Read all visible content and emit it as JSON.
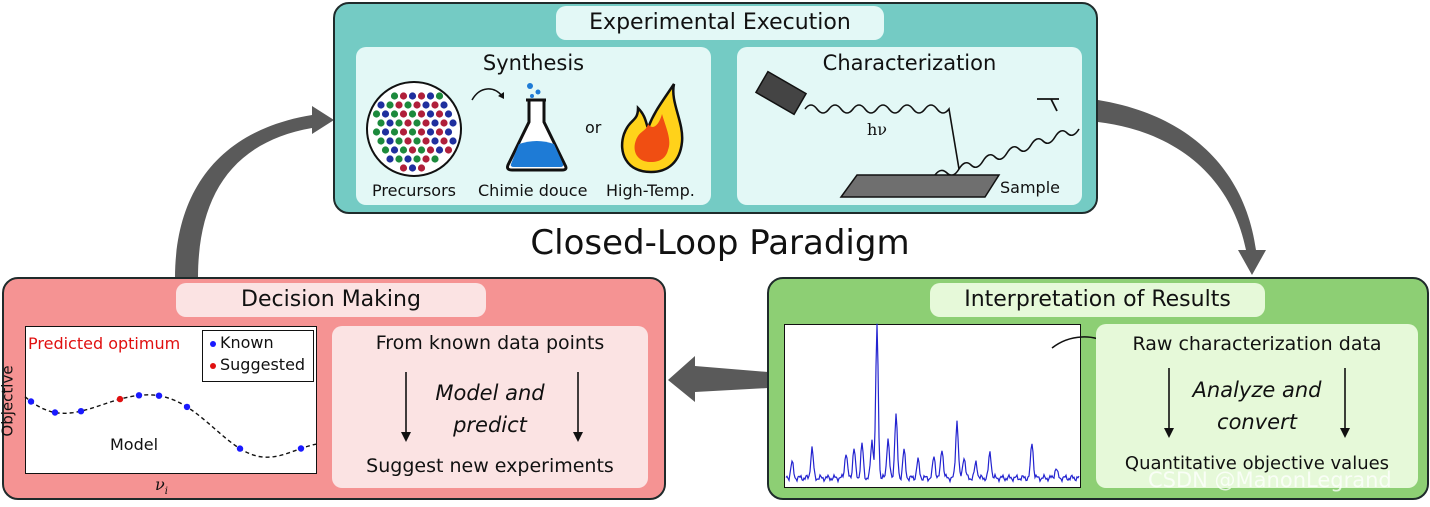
{
  "title": "Closed-Loop Paradigm",
  "experimental": {
    "title": "Experimental Execution",
    "synthesis": {
      "title": "Synthesis",
      "precursors": "Precursors",
      "chimie": "Chimie douce",
      "or": "or",
      "hightemp": "High-Temp."
    },
    "characterization": {
      "title": "Characterization",
      "hv": "hν",
      "sample": "Sample"
    }
  },
  "interpretation": {
    "title": "Interpretation of Results",
    "raw": "Raw characterization data",
    "analyze_line1": "Analyze and",
    "analyze_line2": "convert",
    "quant": "Quantitative objective values"
  },
  "decision": {
    "title": "Decision Making",
    "predicted": "Predicted optimum",
    "legend_known": "Known",
    "legend_suggested": "Suggested",
    "model": "Model",
    "ylabel": "Objective",
    "xlabel": "ν",
    "xlabel_sub": "i",
    "from_known": "From known data points",
    "model_line1": "Model and",
    "model_line2": "predict",
    "suggest": "Suggest new experiments"
  },
  "watermark": "CSDN @ManonLegrand",
  "colors": {
    "teal_panel": "#74cbc4",
    "teal_sub": "#e3f8f6",
    "green_panel": "#8dcf74",
    "green_sub": "#e6f9d9",
    "red_panel": "#f59393",
    "red_sub": "#fbe3e3",
    "arrow_gray": "#5a5a5a",
    "known_point": "#1a1aff",
    "suggested_point": "#e01010",
    "spectrum": "#2323d0"
  }
}
